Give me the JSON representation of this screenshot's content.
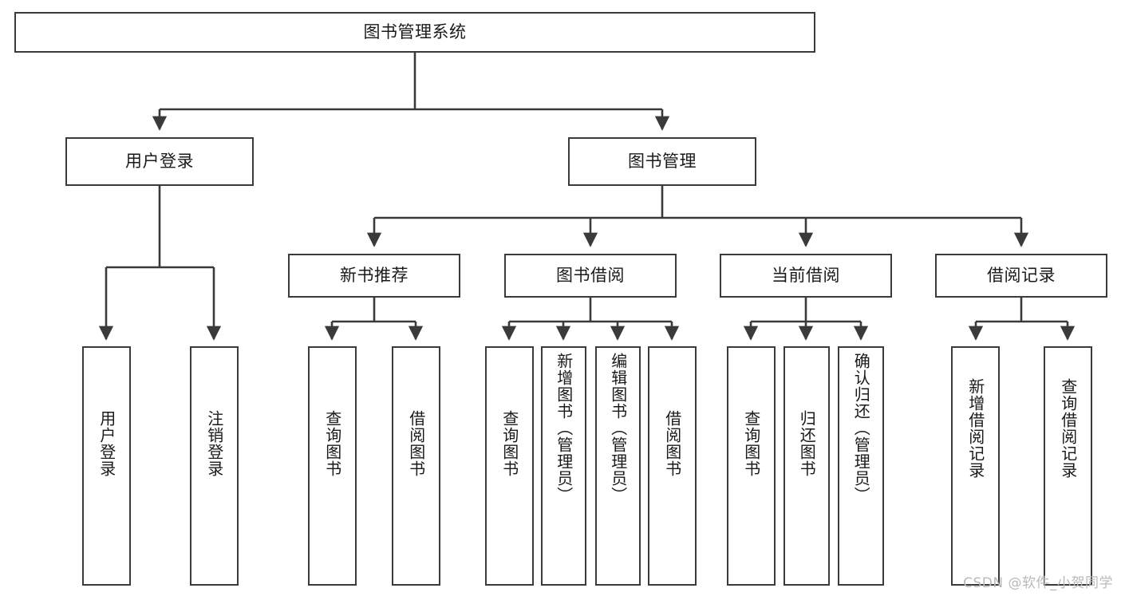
{
  "diagram": {
    "title_node": {
      "id": "root",
      "label": "图书管理系统"
    },
    "level1": [
      {
        "id": "user-login",
        "label": "用户登录"
      },
      {
        "id": "book-manage",
        "label": "图书管理"
      }
    ],
    "level2": [
      {
        "id": "new-book-recommend",
        "label": "新书推荐"
      },
      {
        "id": "book-borrow",
        "label": "图书借阅"
      },
      {
        "id": "current-borrow",
        "label": "当前借阅"
      },
      {
        "id": "borrow-record",
        "label": "借阅记录"
      }
    ],
    "leaves": [
      {
        "id": "leaf-user-login",
        "label": "用户登录",
        "parent": "user-login"
      },
      {
        "id": "leaf-logout-login",
        "label": "注销登录",
        "parent": "user-login"
      },
      {
        "id": "leaf-query-book-1",
        "label": "查询图书",
        "parent": "new-book-recommend"
      },
      {
        "id": "leaf-borrow-book-1",
        "label": "借阅图书",
        "parent": "new-book-recommend"
      },
      {
        "id": "leaf-query-book-2",
        "label": "查询图书",
        "parent": "book-borrow"
      },
      {
        "id": "leaf-add-book-admin",
        "label": "新增图书（管理员）",
        "parent": "book-borrow"
      },
      {
        "id": "leaf-edit-book-admin",
        "label": "编辑图书（管理员）",
        "parent": "book-borrow"
      },
      {
        "id": "leaf-borrow-book-2",
        "label": "借阅图书",
        "parent": "book-borrow"
      },
      {
        "id": "leaf-query-book-3",
        "label": "查询图书",
        "parent": "current-borrow"
      },
      {
        "id": "leaf-return-book",
        "label": "归还图书",
        "parent": "current-borrow"
      },
      {
        "id": "leaf-confirm-return-admin",
        "label": "确认归还（管理员）",
        "parent": "current-borrow"
      },
      {
        "id": "leaf-add-borrow-record",
        "label": "新增借阅记录",
        "parent": "borrow-record"
      },
      {
        "id": "leaf-query-borrow-record",
        "label": "查询借阅记录",
        "parent": "borrow-record"
      }
    ],
    "colors": {
      "stroke": "#3a3a3a",
      "fill": "#ffffff",
      "text": "#1a1a1a",
      "watermark": "#b9b9b9"
    }
  },
  "watermark": {
    "text": "CSDN @软件_小贺同学"
  }
}
